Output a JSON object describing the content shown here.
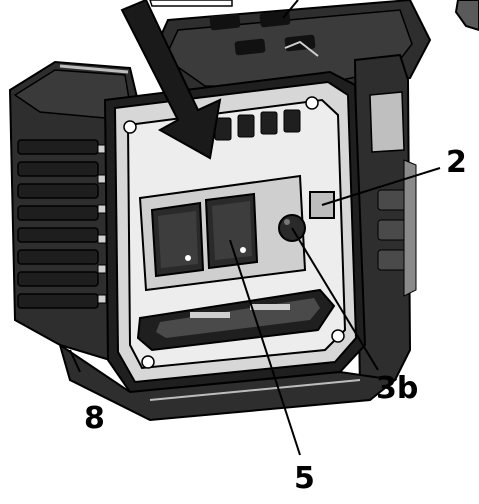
{
  "callouts": {
    "label_2": "2",
    "label_3b": "3b",
    "label_5": "5",
    "label_8": "8"
  },
  "colors": {
    "body_dark": "#2e2e2e",
    "body_mid": "#6e6e6e",
    "body_light": "#d7d7d7",
    "panel": "#ededed",
    "outline": "#000000",
    "background": "#ffffff"
  },
  "icons": {
    "insert_arrow": "down-right-arrow-icon"
  }
}
